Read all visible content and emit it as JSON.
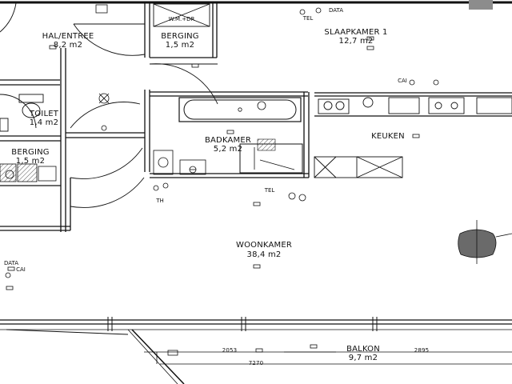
{
  "rooms": {
    "hal": {
      "name": "HAL/ENTREE",
      "area": "8,2 m2"
    },
    "berging_top": {
      "name": "BERGING",
      "area": "1,5 m2"
    },
    "slaapkamer": {
      "name": "SLAAPKAMER 1",
      "area": "12,7 m2"
    },
    "toilet": {
      "name": "TOILET",
      "area": "1,4 m2"
    },
    "berging_left": {
      "name": "BERGING",
      "area": "1,5 m2"
    },
    "badkamer": {
      "name": "BADKAMER",
      "area": "5,2 m2"
    },
    "keuken": {
      "name": "KEUKEN"
    },
    "woonkamer": {
      "name": "WOONKAMER",
      "area": "38,4 m2"
    },
    "balkon": {
      "name": "BALKON",
      "area": "9,7 m2"
    }
  },
  "symbols": {
    "wm_dr": "W.M.+DR",
    "data_top": "DATA",
    "tel_top": "TEL",
    "cai_kitchen": "CAI",
    "tel_living": "TEL",
    "th": "TH",
    "data_left": "DATA",
    "cai_left": "CAI"
  },
  "dimensions": {
    "balkon_left": "2053",
    "balkon_right": "2895",
    "balkon_total": "7270"
  },
  "colors": {
    "line": "#111111",
    "hatch": "#555555",
    "fill_dark": "#6a6a6a",
    "outdoor_unit": "#8c8c8c"
  }
}
